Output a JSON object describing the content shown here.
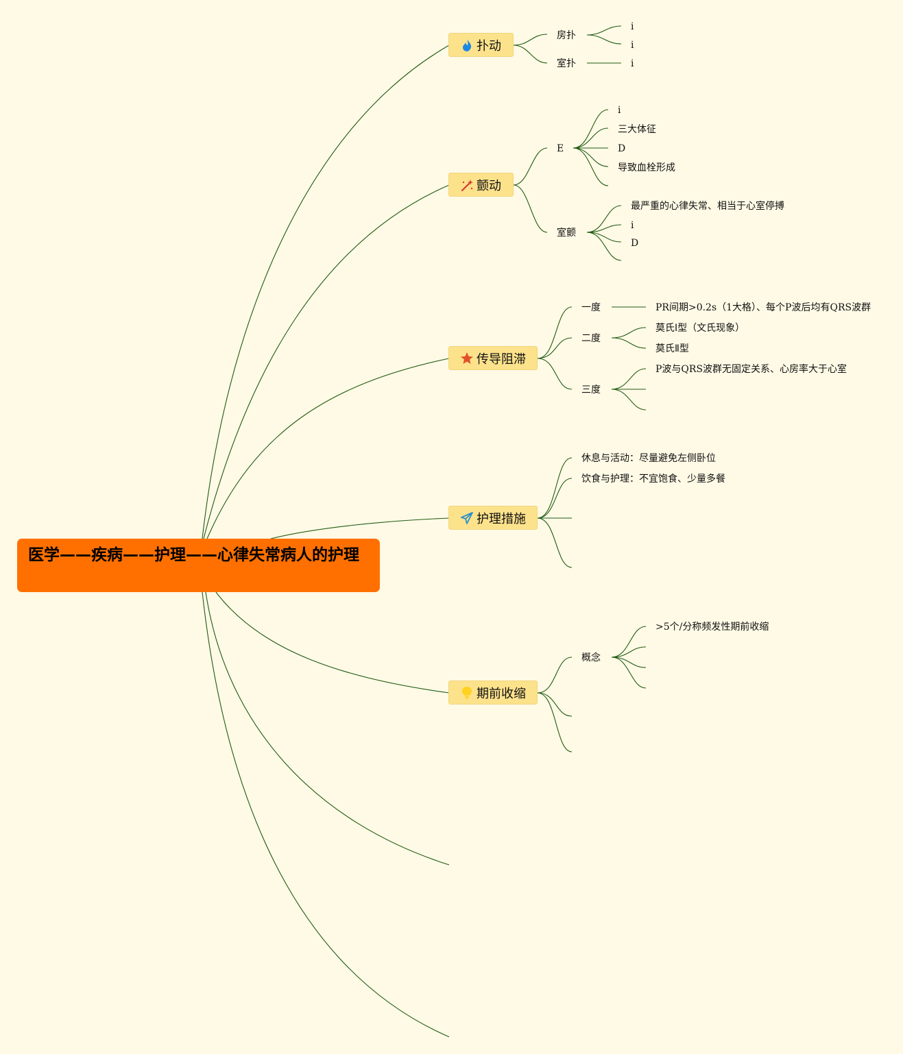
{
  "root": {
    "title": "医学——疾病——护理——心律失常病人的护理"
  },
  "branches": {
    "flutter": {
      "label": "扑动",
      "icon": "flame-icon",
      "children": {
        "atrial": {
          "label": "房扑",
          "leaves": [
            "i",
            "i"
          ]
        },
        "ventricular": {
          "label": "室扑",
          "leaves": [
            "i"
          ]
        }
      }
    },
    "fibrillation": {
      "label": "颤动",
      "icon": "magic-wand-icon",
      "children": {
        "e": {
          "label": "E",
          "leaves": [
            "i",
            "三大体征",
            "D",
            "导致血栓形成"
          ]
        },
        "ventricular": {
          "label": "室颤",
          "leaves": [
            "最严重的心律失常、相当于心室停搏",
            "i",
            "D"
          ]
        }
      }
    },
    "block": {
      "label": "传导阻滞",
      "icon": "star-icon",
      "children": {
        "first": {
          "label": "一度",
          "leaves": [
            "PR间期>0.2s（1大格）、每个P波后均有QRS波群"
          ]
        },
        "second": {
          "label": "二度",
          "leaves": [
            "莫氏Ⅰ型（文氏现象）",
            "莫氏Ⅱ型"
          ]
        },
        "third": {
          "label": "三度",
          "leaves": [
            "P波与QRS波群无固定关系、心房率大于心室"
          ]
        }
      }
    },
    "nursing": {
      "label": "护理措施",
      "icon": "paper-plane-icon",
      "children": {
        "rest": {
          "label": "休息与活动：尽量避免左侧卧位"
        },
        "diet": {
          "label": "饮食与护理：不宜饱食、少量多餐"
        }
      }
    },
    "premature": {
      "label": "期前收缩",
      "icon": "lightbulb-icon",
      "children": {
        "concept": {
          "label": "概念",
          "leaves": [
            ">5个/分称频发性期前收缩"
          ]
        }
      }
    }
  },
  "colors": {
    "background": "#fffae6",
    "root": "#ff7000",
    "branch": "#fde28c",
    "line": "#1f5a12"
  }
}
